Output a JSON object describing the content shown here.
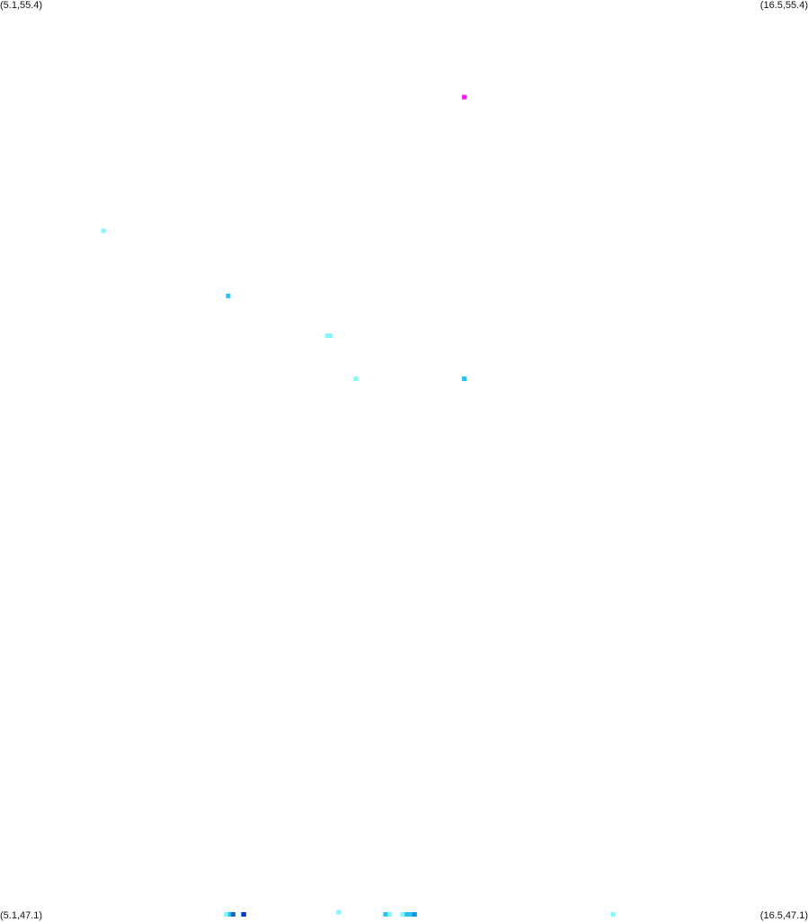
{
  "map": {
    "corner_labels": {
      "top_left": "(5.1,55.4)",
      "top_right": "(16.5,55.4)",
      "bottom_left": "(5.1,47.1)",
      "bottom_right": "(16.5,47.1)"
    },
    "bounds": {
      "lon_min": 5.1,
      "lon_max": 16.5,
      "lat_min": 47.1,
      "lat_max": 55.4
    },
    "intensity_colors": {
      "light": "#7ff7ff",
      "medium": "#29c1f3",
      "strong": "#1a8fe0",
      "heavy": "#1a5fd6",
      "very_heavy": "#1230d8",
      "extreme": "#ee20ee"
    },
    "echoes": [
      {
        "lon": 11.65,
        "lat": 54.52,
        "intensity": "extreme"
      },
      {
        "lon": 6.56,
        "lat": 53.31,
        "intensity": "light"
      },
      {
        "lon": 8.32,
        "lat": 52.72,
        "intensity": "medium"
      },
      {
        "lon": 9.72,
        "lat": 52.36,
        "intensity": "light"
      },
      {
        "lon": 9.76,
        "lat": 52.36,
        "intensity": "light"
      },
      {
        "lon": 10.12,
        "lat": 51.97,
        "intensity": "light"
      },
      {
        "lon": 11.65,
        "lat": 51.97,
        "intensity": "medium"
      },
      {
        "lon": 9.88,
        "lat": 47.14,
        "intensity": "light"
      },
      {
        "lon": 13.75,
        "lat": 47.12,
        "intensity": "light"
      },
      {
        "lon": 8.29,
        "lat": 47.06,
        "intensity": "light"
      },
      {
        "lon": 8.35,
        "lat": 47.02,
        "intensity": "medium"
      },
      {
        "lon": 8.39,
        "lat": 46.99,
        "intensity": "heavy"
      },
      {
        "lon": 8.53,
        "lat": 46.98,
        "intensity": "medium"
      },
      {
        "lon": 8.54,
        "lat": 46.94,
        "intensity": "very_heavy"
      },
      {
        "lon": 10.54,
        "lat": 46.98,
        "intensity": "medium"
      },
      {
        "lon": 10.6,
        "lat": 46.98,
        "intensity": "light"
      },
      {
        "lon": 10.78,
        "lat": 47.0,
        "intensity": "light"
      },
      {
        "lon": 10.84,
        "lat": 46.97,
        "intensity": "medium"
      },
      {
        "lon": 10.9,
        "lat": 46.99,
        "intensity": "medium"
      },
      {
        "lon": 10.95,
        "lat": 46.98,
        "intensity": "strong"
      }
    ]
  }
}
